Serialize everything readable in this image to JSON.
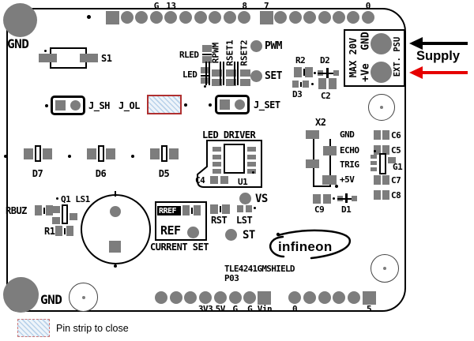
{
  "board": {
    "part_number": "TLE4241GMSHIELD",
    "revision": "P03",
    "logo_text": "infineon"
  },
  "corner_labels": {
    "top_left_gnd": "GND",
    "bottom_left_gnd": "GND"
  },
  "headers": {
    "top_left": {
      "pin_count": 10,
      "square_pin": 1,
      "labels": [
        {
          "pin": 4,
          "text": "G"
        },
        {
          "pin": 5,
          "text": "13"
        },
        {
          "pin": 10,
          "text": "8"
        }
      ]
    },
    "top_right": {
      "pin_count": 8,
      "square_pin": 1,
      "labels": [
        {
          "pin": 1,
          "text": "7"
        },
        {
          "pin": 8,
          "text": "0"
        }
      ]
    },
    "bottom_left": {
      "pin_count": 8,
      "square_pin": 8,
      "labels": [
        {
          "pin": 4,
          "text": "3V3"
        },
        {
          "pin": 5,
          "text": "5V"
        },
        {
          "pin": 6,
          "text": "G"
        },
        {
          "pin": 7,
          "text": "G"
        },
        {
          "pin": 8,
          "text": "Vin"
        }
      ]
    },
    "bottom_right": {
      "pin_count": 6,
      "square_pin": 6,
      "labels": [
        {
          "pin": 1,
          "text": "0"
        },
        {
          "pin": 6,
          "text": "5"
        }
      ]
    }
  },
  "supply": {
    "max_rating": "MAX 20V",
    "positive_terminal": "+Ve",
    "ground_terminal": "GND",
    "source_label": "EXT. PSU",
    "annotation": "Supply"
  },
  "jumpers": {
    "j_sh": "J_SH",
    "j_ol": "J_OL",
    "j_set": "J_SET"
  },
  "silkscreen": {
    "s1": "S1",
    "rled": "RLED",
    "led": "LED",
    "rpwm": "RPWM",
    "rset1": "RSET1",
    "rset2": "RSET2",
    "pwm": "PWM",
    "set": "SET",
    "r2": "R2",
    "d2": "D2",
    "d3": "D3",
    "c2": "C2",
    "d7": "D7",
    "d6": "D6",
    "d5": "D5",
    "led_driver": "LED DRIVER",
    "c4": "C4",
    "u1": "U1",
    "vs": "VS",
    "rst": "RST",
    "lst": "LST",
    "st": "ST",
    "x2": "X2",
    "c9": "C9",
    "d1": "D1",
    "c6": "C6",
    "c5": "C5",
    "g1": "G1",
    "c7": "C7",
    "c8": "C8",
    "rbuz": "RBUZ",
    "q1_ls1": "Q1 LS1",
    "r1": "R1",
    "rref": "RREF",
    "ref": "REF",
    "current_set": "CURRENT SET"
  },
  "x2_pins": [
    "GND",
    "ECHO",
    "TRIG",
    "+5V"
  ],
  "legend": {
    "label": "Pin strip to close"
  },
  "colors": {
    "pad_gray": "#7d7d7d",
    "silkscreen": "#000000",
    "hatch_fill": "#b9d2ea",
    "hatch_border": "#b03030",
    "red_arrow": "#e60000",
    "black_arrow": "#000000"
  }
}
